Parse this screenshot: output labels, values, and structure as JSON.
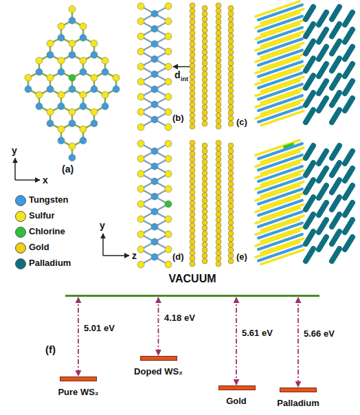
{
  "diagram": {
    "nodes": [
      {
        "text": [
          "VACUUM"
        ]
      },
      {
        "text": [
          "Pure WS₂"
        ]
      },
      {
        "text": [
          "Doped WS₂"
        ]
      },
      {
        "text": [
          "Gold"
        ]
      },
      {
        "text": [
          "Palladium"
        ]
      }
    ],
    "edges": [
      {
        "from": 0,
        "to": 1,
        "arrow": "both",
        "label": "5.01 eV"
      },
      {
        "from": 0,
        "to": 2,
        "arrow": "both",
        "label": "4.18 eV"
      },
      {
        "from": 0,
        "to": 3,
        "arrow": "both",
        "label": "5.61 eV"
      },
      {
        "from": 0,
        "to": 4,
        "arrow": "both",
        "label": "5.66 eV"
      }
    ],
    "labels": [
      "(a)",
      "(b)",
      "(c)",
      "(d)",
      "(e)",
      "(f)",
      "y",
      "x",
      "y",
      "z",
      "d",
      "int"
    ],
    "legend": [
      {
        "text": "Tungsten",
        "color": "#3d9be0"
      },
      {
        "text": "Sulfur",
        "color": "#f5e51f"
      },
      {
        "text": "Chlorine",
        "color": "#2fc03a"
      },
      {
        "text": "Gold",
        "color": "#f0cf18"
      },
      {
        "text": "Palladium",
        "color": "#0f6f80"
      }
    ]
  }
}
